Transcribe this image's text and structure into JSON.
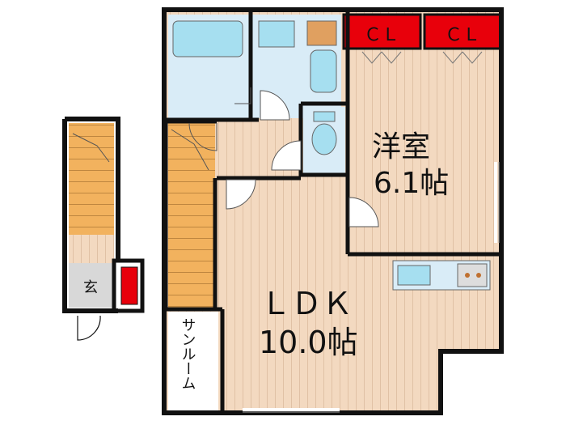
{
  "rooms": {
    "western_name": "洋室",
    "western_size": "6.1帖",
    "ldk_name": "ＬＤＫ",
    "ldk_size": "10.0帖",
    "sunroom": "サンルーム",
    "entrance": "玄"
  },
  "closets": [
    "ＣＬ",
    "ＣＬ"
  ],
  "colors": {
    "wall": "#111111",
    "floor_wood": "#f3d9c0",
    "floor_stripe": "#d9b89c",
    "stairs": "#f2b25e",
    "wet_area": "#d9ecf7",
    "fixture": "#a6dff0",
    "closet_red": "#e8000b",
    "entrance_gray": "#d8d8d8"
  }
}
